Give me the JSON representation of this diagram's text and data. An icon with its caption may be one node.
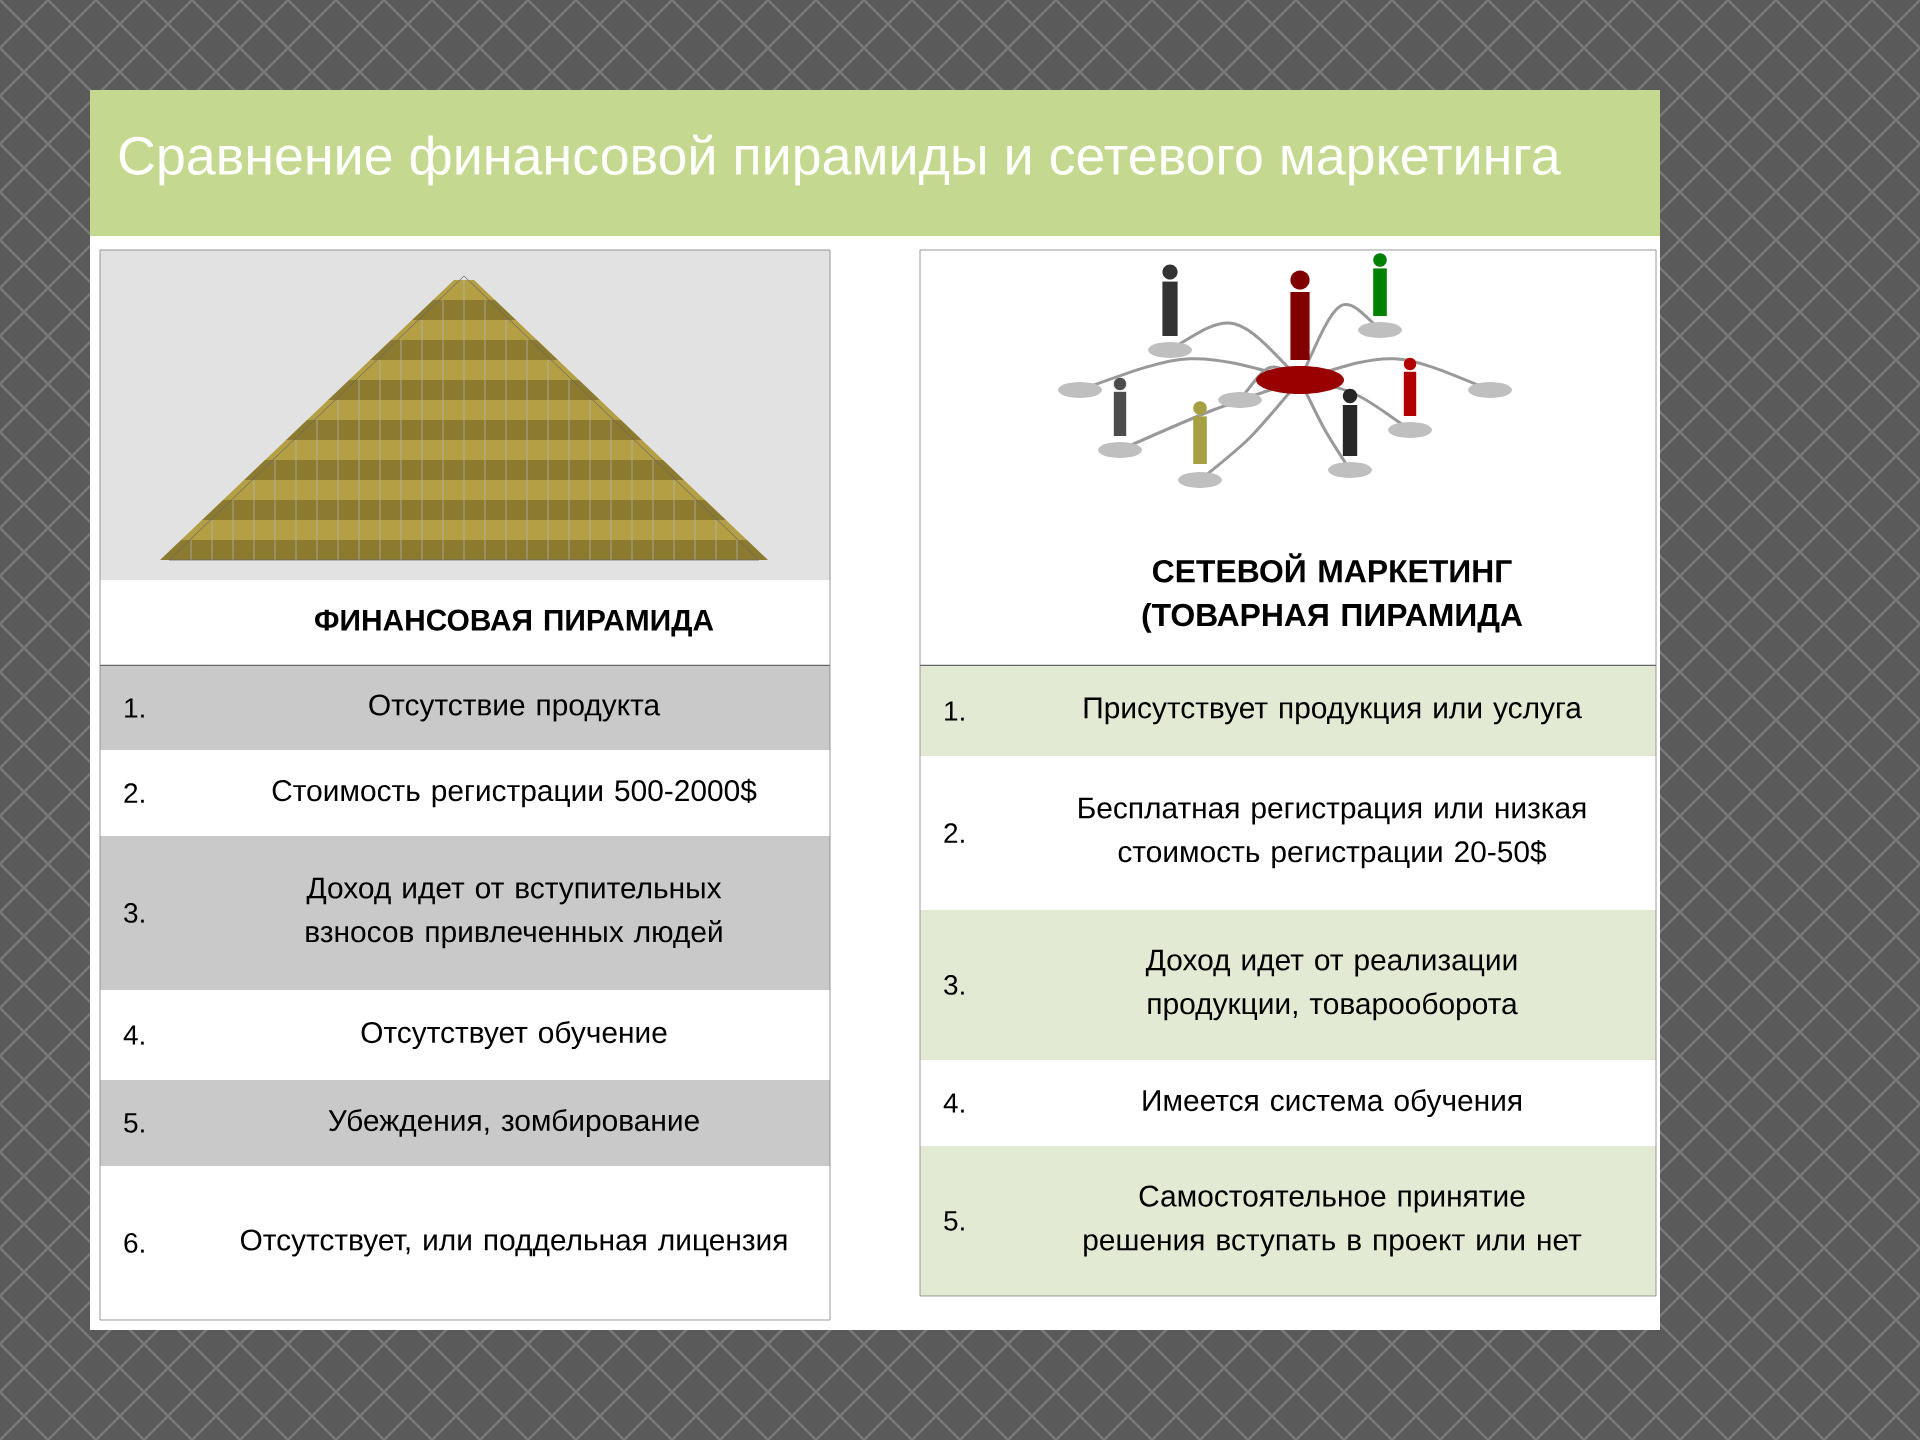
{
  "diagram": {
    "title": "Сравнение финансовой пирамиды и сетевого маркетинга",
    "labels": [
      "ФИНАНСОВАЯ ПИРАМИДА",
      "1.",
      "Отсутствие продукта",
      "2.",
      "Стоимость регистрации 500-2000$",
      "3.",
      "Доход идет от вступительных взносов привлеченных людей",
      "4.",
      "Отсутствует обучение",
      "5.",
      "Убеждения, зомбирование",
      "6.",
      "Отсутствует, или поддельная лицензия",
      "СЕТЕВОЙ МАРКЕТИНГ (ТОВАРНАЯ ПИРАМИДА",
      "1.",
      "Присутствует продукция или услуга",
      "2.",
      "Бесплатная регистрация или низкая стоимость регистрации 20-50$",
      "3.",
      "Доход идет от реализации продукции, товарооборота",
      "4.",
      "Имеется система обучения",
      "5.",
      "Самостоятельное принятие решения вступать в проект или нет"
    ]
  }
}
